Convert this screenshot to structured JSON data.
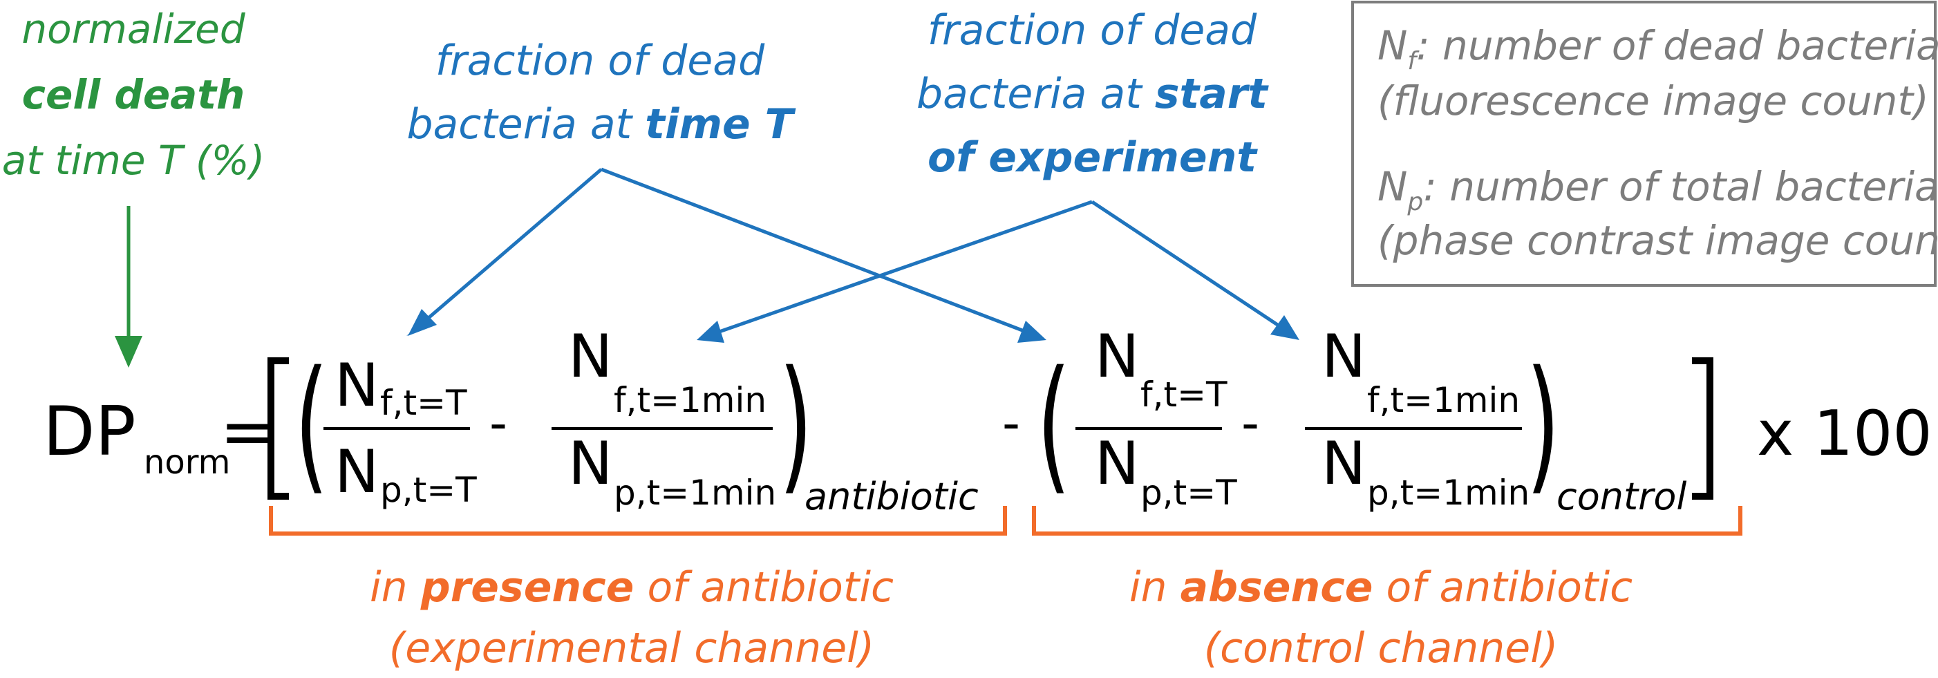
{
  "colors": {
    "green": "#2b9440",
    "blue": "#1f74bd",
    "grey": "#7d7d7d",
    "orange": "#f26c2a",
    "black": "#000000"
  },
  "annotations": {
    "cell_death": {
      "line1": "normalized",
      "line2": "cell death",
      "line3": "at time T (%)"
    },
    "time_t": {
      "line1": "fraction of dead",
      "line2_prefix": "bacteria at ",
      "line2_bold": "time T"
    },
    "start": {
      "line1": "fraction of dead",
      "line2_prefix": "bacteria at ",
      "line2_bold": "start",
      "line3": "of experiment"
    }
  },
  "legend": {
    "nf_symbol": "N",
    "nf_sub": "f",
    "nf_text": ": number of dead bacteria",
    "nf_text2": "(fluorescence image count)",
    "np_symbol": "N",
    "np_sub": "p",
    "np_text": ": number of total bacteria",
    "np_text2": "(phase contrast image count)"
  },
  "equation": {
    "lhs": "DP",
    "lhs_sub": "norm",
    "equals": "=",
    "open_bracket": "[",
    "close_bracket": "]",
    "open_paren": "(",
    "close_paren": ")",
    "minus": "-",
    "n": "N",
    "sub_f_T": "f,t=T",
    "sub_p_T": "p,t=T",
    "sub_f_1": "f,t=1min",
    "sub_p_1": "p,t=1min",
    "label_antibiotic": "antibiotic",
    "label_control": "control",
    "multiplier": "x 100"
  },
  "braces": {
    "left": {
      "line1_prefix": "in ",
      "line1_bold": "presence",
      "line1_suffix": " of antibiotic",
      "line2": "(experimental channel)"
    },
    "right": {
      "line1_prefix": "in ",
      "line1_bold": "absence",
      "line1_suffix": " of antibiotic",
      "line2": "(control channel)"
    }
  }
}
